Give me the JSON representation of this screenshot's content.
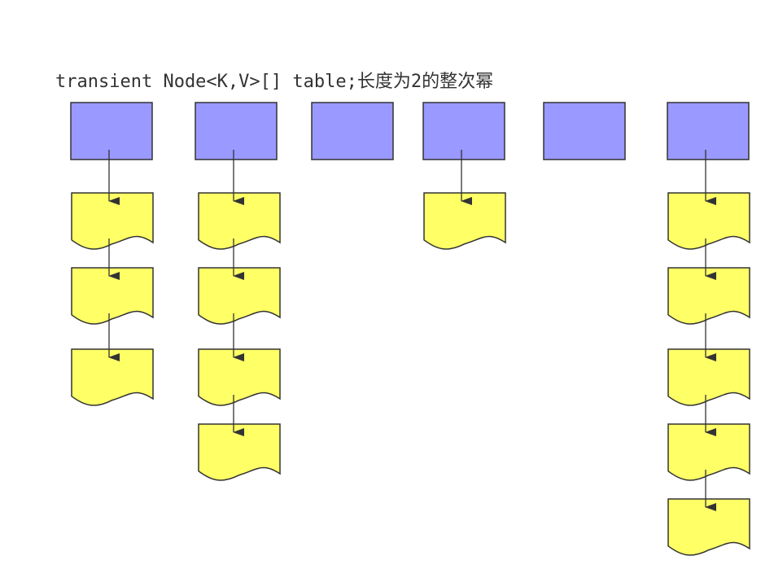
{
  "title": "transient Node<K,V>[] table;长度为2的整次幂",
  "colors": {
    "bucket_fill": "#9999ff",
    "node_fill": "#ffff66",
    "stroke": "#333333"
  },
  "buckets": [
    {
      "nodes": 3
    },
    {
      "nodes": 4
    },
    {
      "nodes": 0
    },
    {
      "nodes": 1
    },
    {
      "nodes": 0
    },
    {
      "nodes": 5
    }
  ]
}
